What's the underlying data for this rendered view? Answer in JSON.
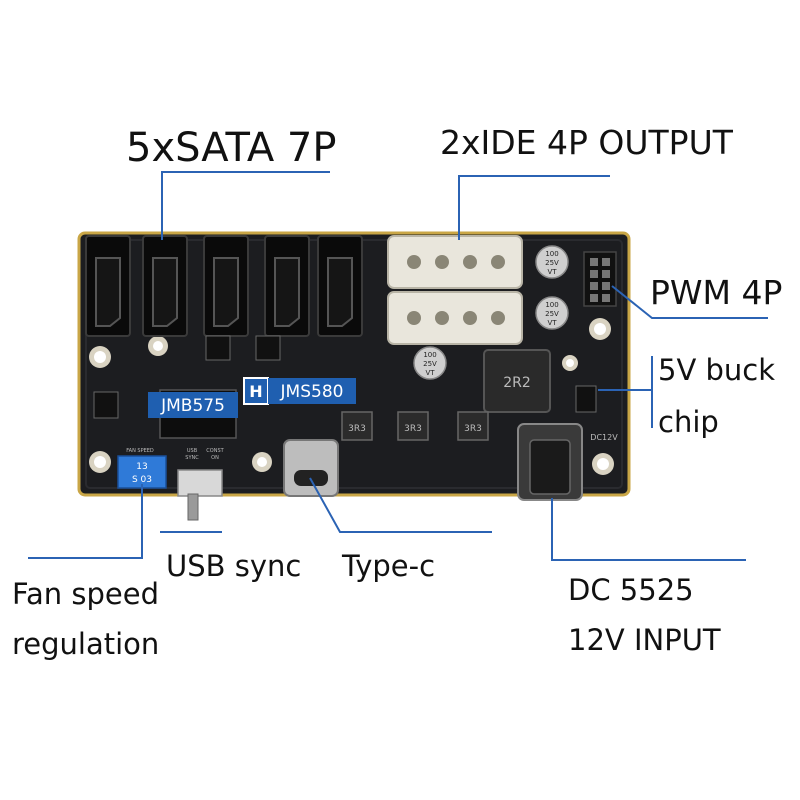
{
  "callouts": {
    "sata": "5xSATA 7P",
    "ide": "2xIDE 4P OUTPUT",
    "pwm": "PWM 4P",
    "buck_line1": "5V buck",
    "buck_line2": "chip",
    "fan_line1": "Fan speed",
    "fan_line2": "regulation",
    "usb_sync": "USB sync",
    "typec": "Type-c",
    "dc_line1": "DC 5525",
    "dc_line2": "12V INPUT"
  },
  "board_text": {
    "chip1": "JMB575",
    "chip2": "JMS580",
    "logo": "H",
    "cap_a": "100",
    "cap_b": "25V",
    "cap_c": "VT",
    "inductor": "2R2",
    "small_ind": "3R3",
    "fan_label": "FAN SPEED",
    "usb_label1": "USB",
    "usb_label2": "SYNC",
    "const_label1": "CONST",
    "const_label2": "ON",
    "dc_label": "DC12V",
    "fan_pot_1": "13",
    "fan_pot_2": "S 03"
  },
  "colors": {
    "pcb": "#1c1d20",
    "pcb_edge": "#c9a646",
    "callout_line": "#2b63b4",
    "chip_label_bg": "#1f5fb0",
    "molex": "#e9e6dc",
    "sata_port": "#0a0a0a",
    "pot": "#2f7ad8"
  }
}
